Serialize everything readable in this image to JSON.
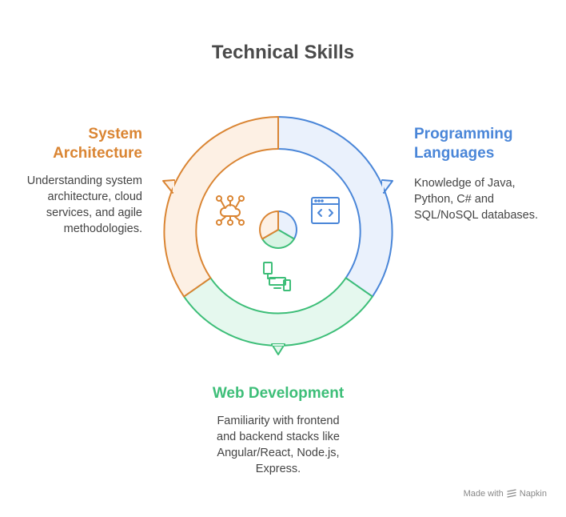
{
  "title": "Technical Skills",
  "sections": {
    "system_architecture": {
      "title_line1": "System",
      "title_line2": "Architecture",
      "desc_lines": [
        "Understanding system",
        "architecture, cloud",
        "services, and agile",
        "methodologies."
      ],
      "color": "#DA8533"
    },
    "programming_languages": {
      "title_line1": "Programming",
      "title_line2": "Languages",
      "desc_lines": [
        "Knowledge of Java,",
        "Python, C# and",
        "SQL/NoSQL databases."
      ],
      "color": "#4A86D8"
    },
    "web_development": {
      "title": "Web Development",
      "desc_lines": [
        "Familiarity with frontend",
        "and backend stacks like",
        "Angular/React, Node.js,",
        "Express."
      ],
      "color": "#3DBE78"
    }
  },
  "icons": {
    "system_architecture": "cloud-network-icon",
    "programming_languages": "code-window-icon",
    "web_development": "devices-icon",
    "center": "pie-chart-icon"
  },
  "footer": {
    "made_with": "Made with",
    "brand": "Napkin"
  }
}
